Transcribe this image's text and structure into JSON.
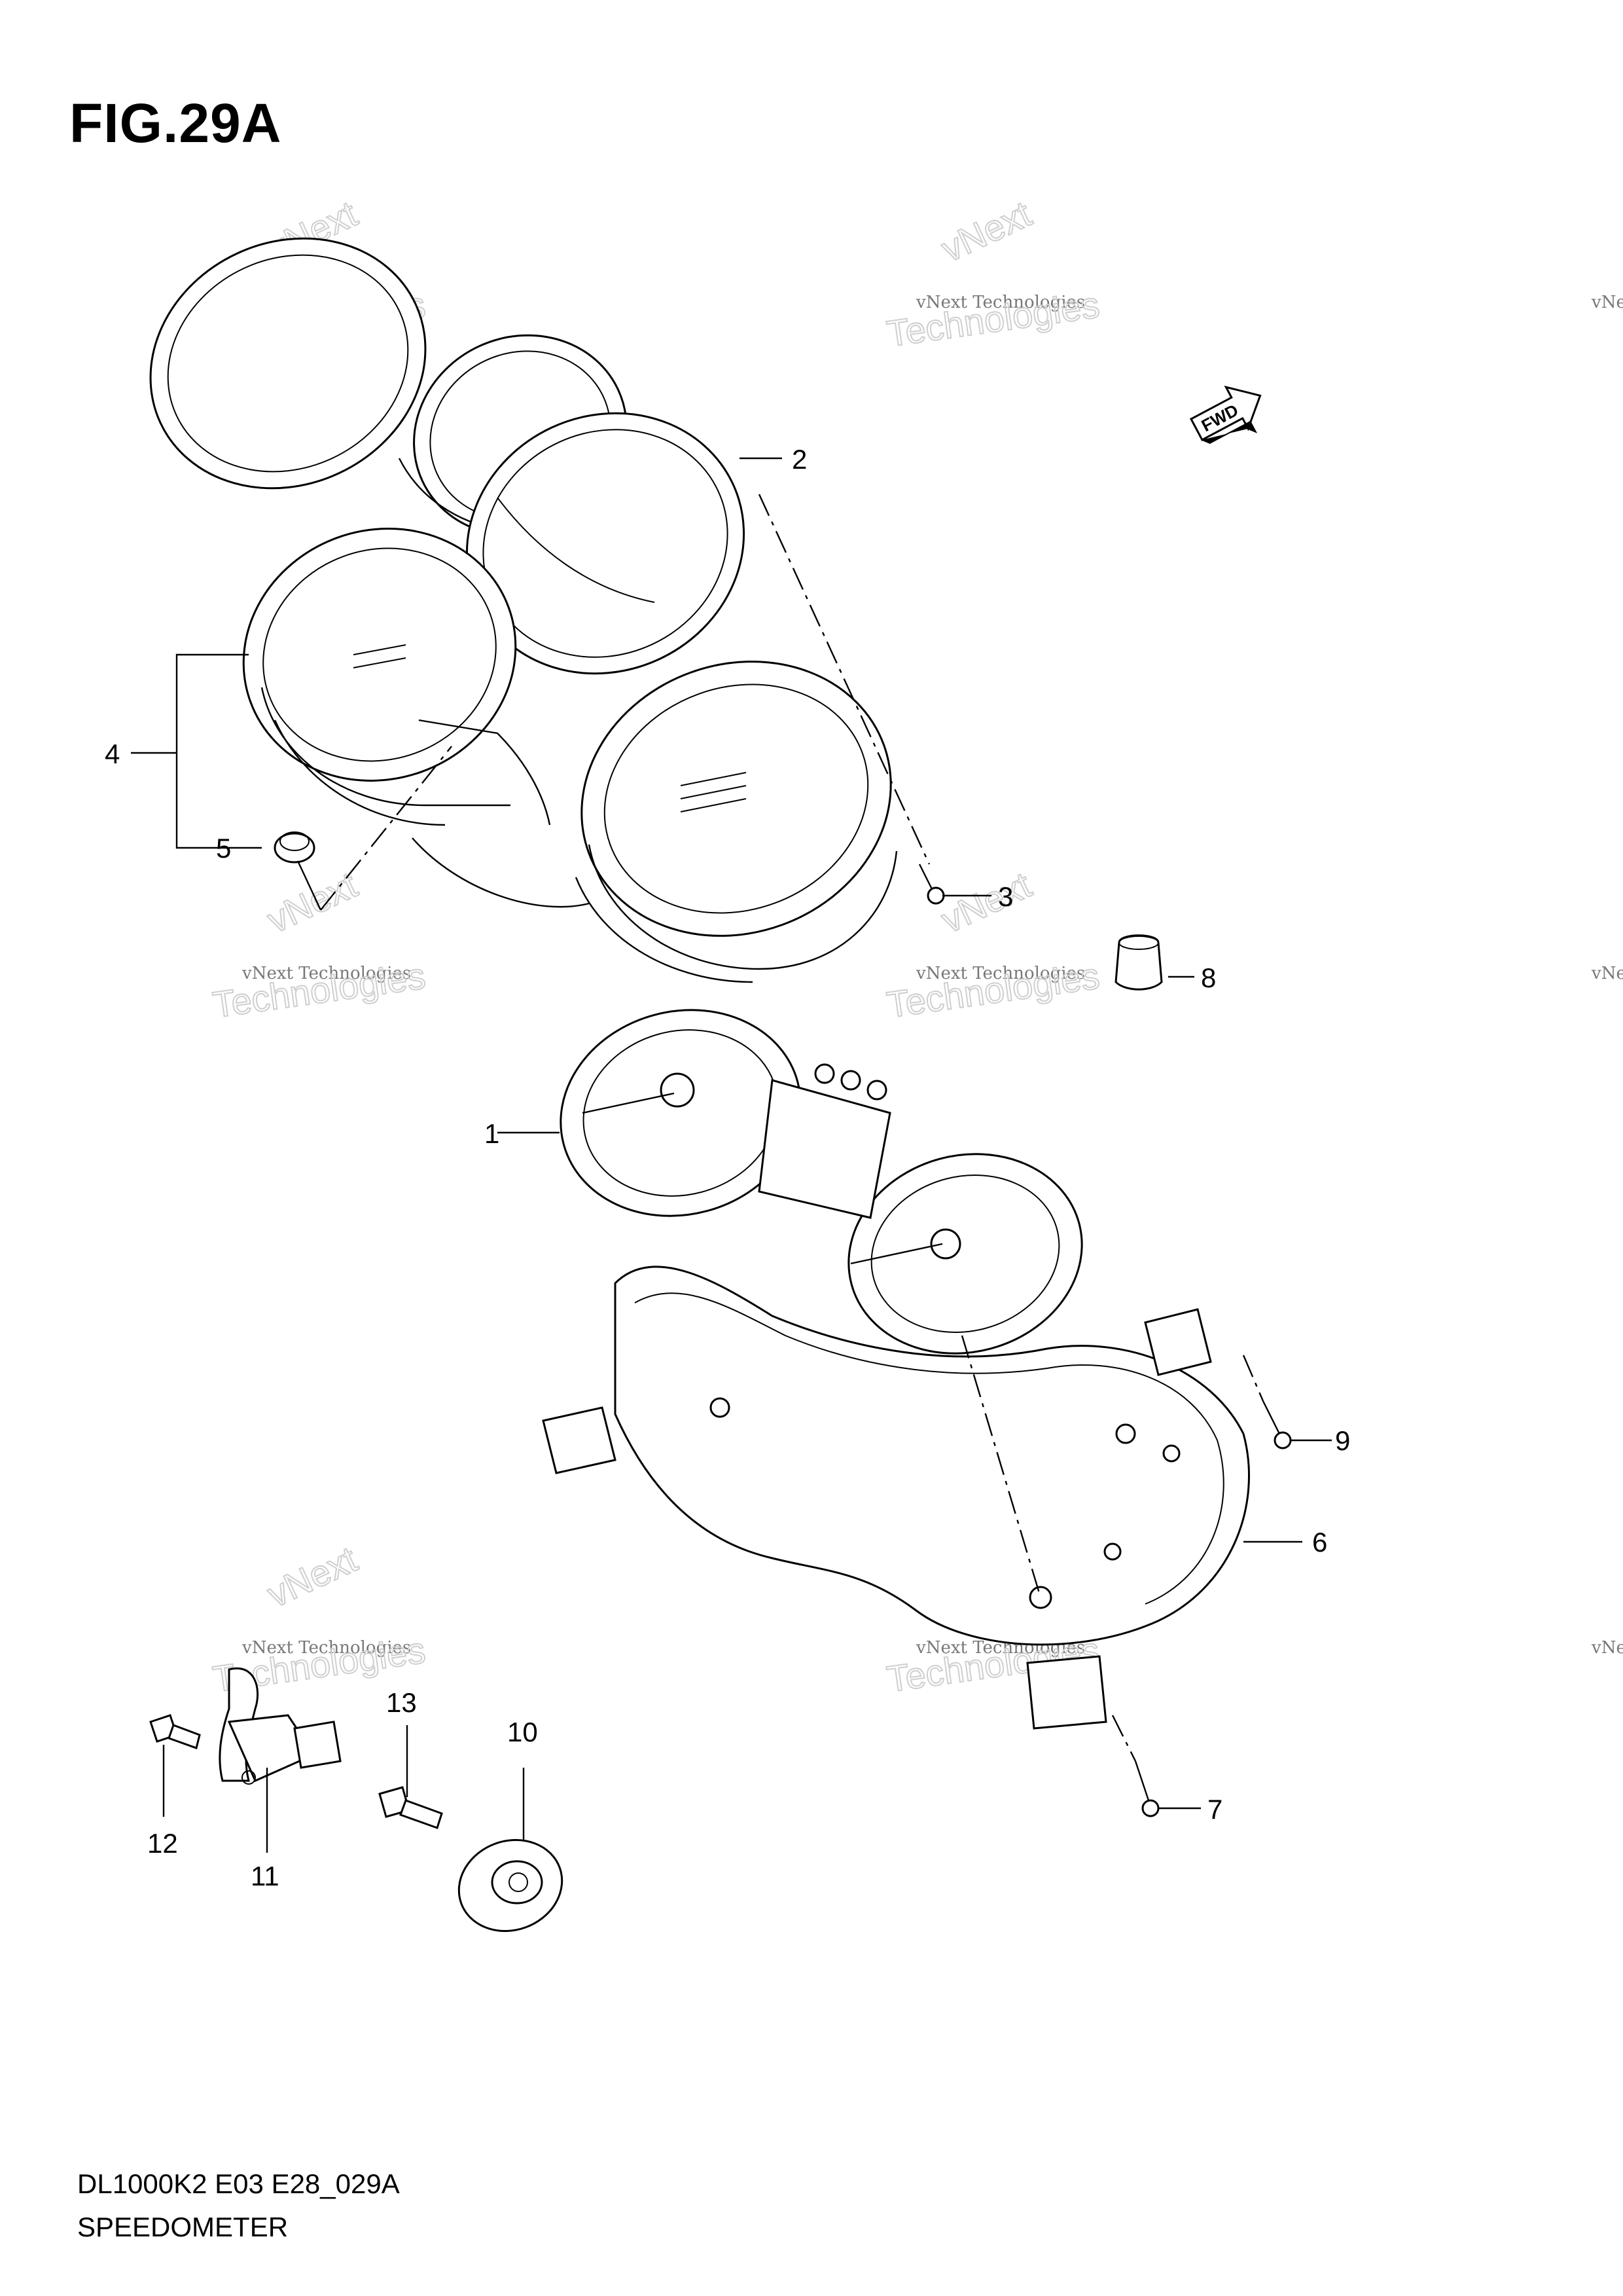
{
  "figure": {
    "title": "FIG.29A",
    "code": "DL1000K2 E03 E28_029A",
    "name": "SPEEDOMETER"
  },
  "fwd_label": "FWD",
  "watermark": {
    "line1": "vNext Technologies",
    "line2": "Technologies",
    "arc": "vNext"
  },
  "callouts": [
    "1",
    "2",
    "3",
    "4",
    "5",
    "6",
    "7",
    "8",
    "9",
    "10",
    "11",
    "12",
    "13"
  ],
  "icons": [
    "fwd-arrow-icon"
  ]
}
